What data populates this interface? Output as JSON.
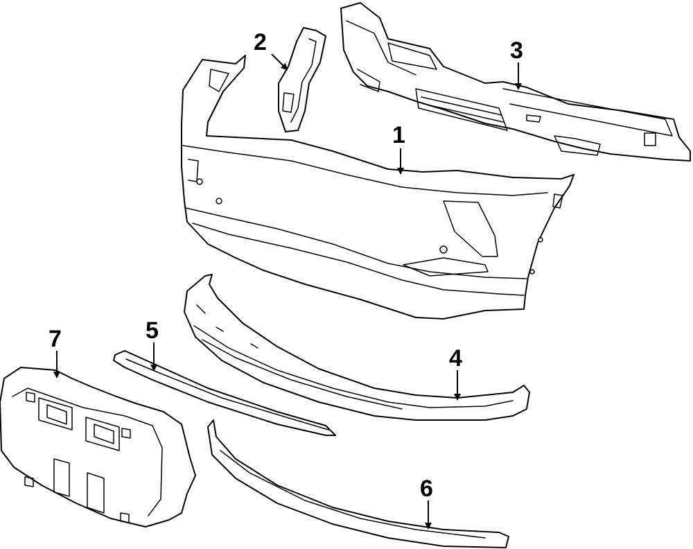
{
  "callouts": [
    {
      "label": "1",
      "part": "bumper-cover"
    },
    {
      "label": "2",
      "part": "bumper-bracket"
    },
    {
      "label": "3",
      "part": "energy-absorber"
    },
    {
      "label": "4",
      "part": "lower-valance"
    },
    {
      "label": "5",
      "part": "trim-strip"
    },
    {
      "label": "6",
      "part": "lower-molding"
    },
    {
      "label": "7",
      "part": "license-plate-bracket"
    }
  ],
  "colors": {
    "line": "#000000",
    "background": "#ffffff"
  }
}
